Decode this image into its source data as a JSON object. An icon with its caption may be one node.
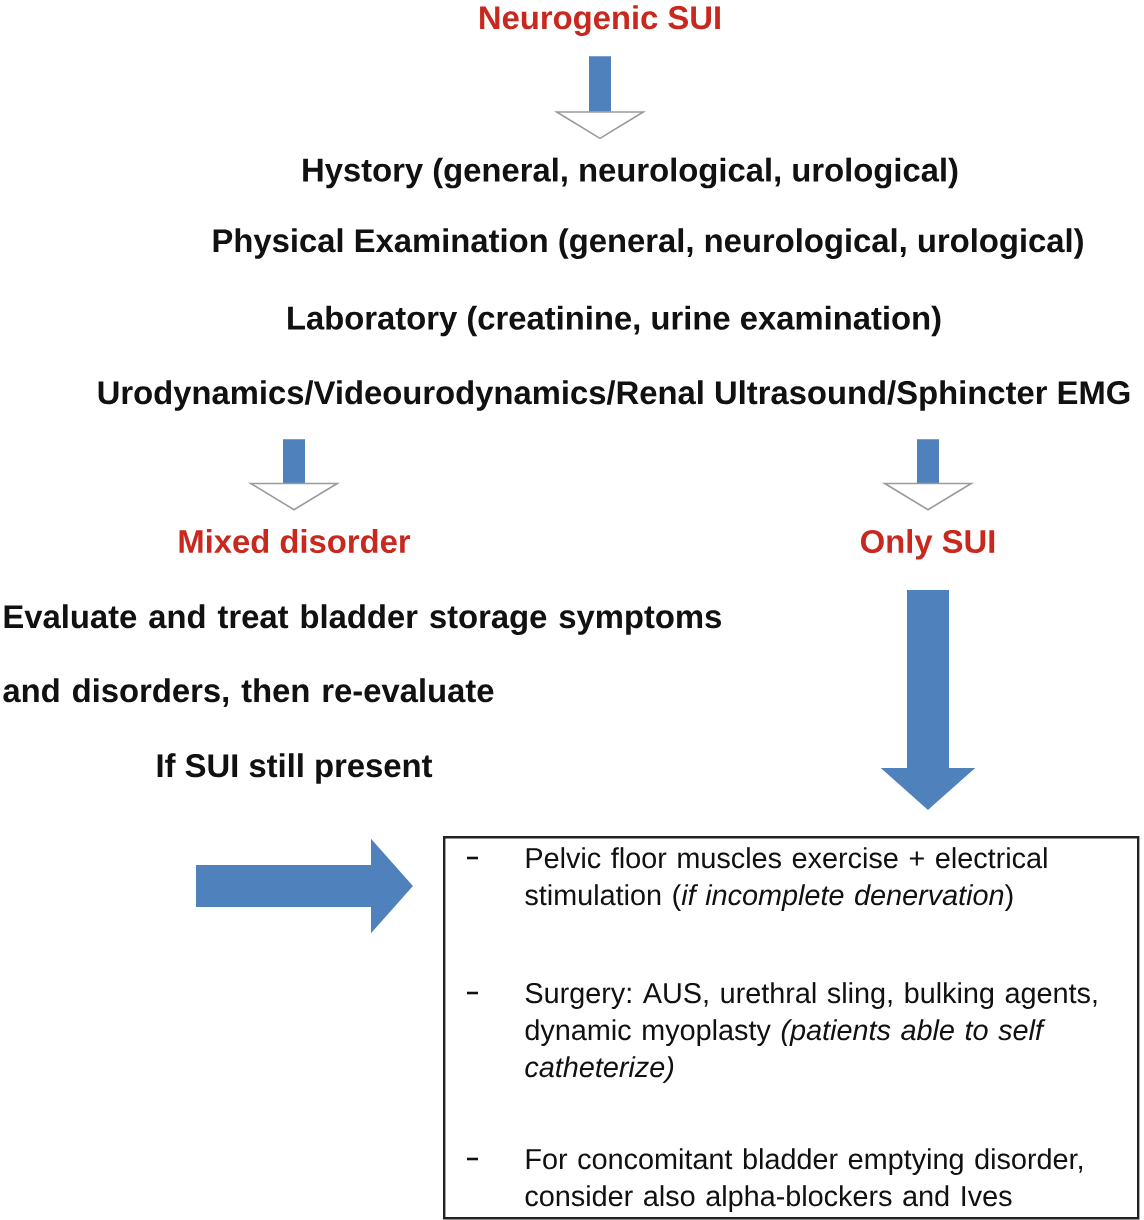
{
  "diagram": {
    "nodes": [
      {
        "text": [
          "Neurogenic SUI"
        ]
      },
      {
        "text": [
          "Hystory (general, neurological, urological)"
        ]
      },
      {
        "text": [
          "Physical Examination (general, neurological, urological)"
        ]
      },
      {
        "text": [
          "Laboratory (creatinine, urine examination)"
        ]
      },
      {
        "text": [
          "Urodynamics/Videourodynamics/Renal Ultrasound/Sphincter EMG"
        ]
      },
      {
        "text": [
          "Mixed disorder"
        ]
      },
      {
        "text": [
          "Only SUI"
        ]
      },
      {
        "text": [
          "Evaluate and treat bladder storage symptoms and disorders, then re-evaluate"
        ]
      },
      {
        "text": [
          "If SUI still present"
        ]
      },
      {
        "text": [
          "Pelvic floor muscles exercise + electrical stimulation (*if incomplete denervation*)",
          "Surgery: AUS, urethral sling, bulking agents, dynamic myoplasty *(patients able to self catheterize)*",
          "For concomitant bladder emptying disorder, consider also alpha-blockers and Ives"
        ]
      }
    ],
    "edges": [
      {
        "from": 0,
        "to": 1,
        "arrow": "to"
      },
      {
        "from": 4,
        "to": 5,
        "arrow": "to"
      },
      {
        "from": 4,
        "to": 6,
        "arrow": "to"
      },
      {
        "from": 6,
        "to": 9,
        "arrow": "to",
        "style": "thick"
      },
      {
        "from": null,
        "to": 9,
        "arrow": "to",
        "style": "thick"
      }
    ]
  }
}
